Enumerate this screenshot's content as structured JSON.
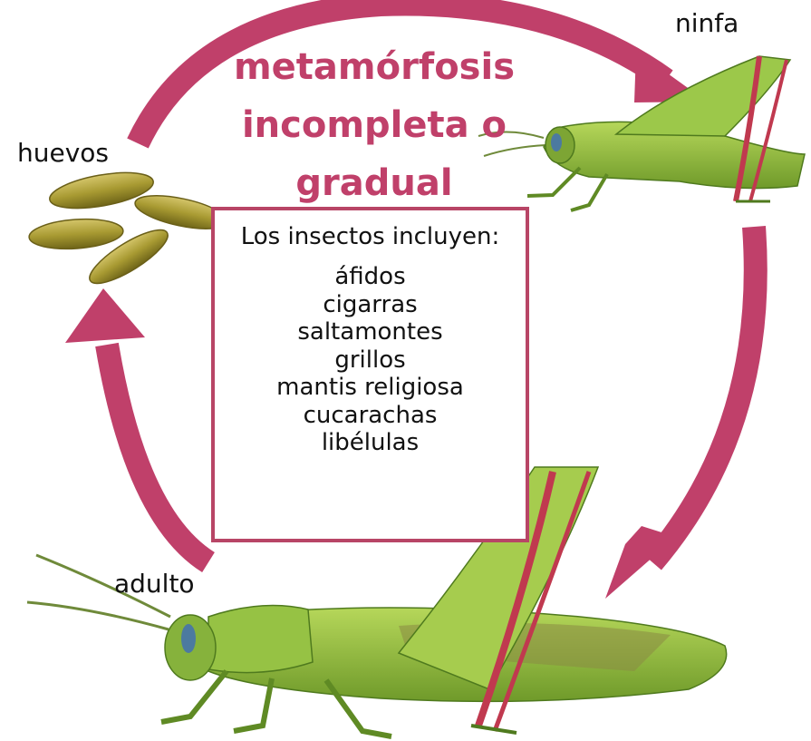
{
  "colors": {
    "accent": "#c0406a",
    "box_border": "#b84566",
    "egg_fill": "#a89a32",
    "insect_green": "#8fbd3a",
    "insect_dark": "#5f8a24",
    "leg_red": "#c0394f"
  },
  "title": {
    "lines": [
      "metamórfosis",
      "incompleta o",
      "gradual"
    ]
  },
  "stages": {
    "eggs": "huevos",
    "nymph": "ninfa",
    "adult": "adulto"
  },
  "info_box": {
    "heading": "Los insectos incluyen:",
    "insects": [
      "áfidos",
      "cigarras",
      "saltamontes",
      "grillos",
      "mantis religiosa",
      "cucarachas",
      "libélulas"
    ]
  }
}
